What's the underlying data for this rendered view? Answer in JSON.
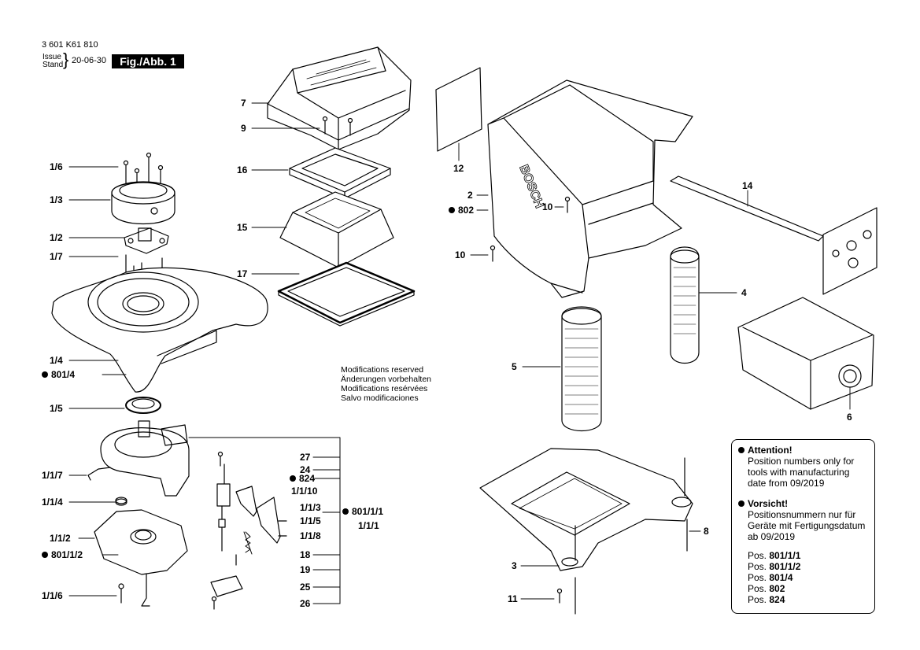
{
  "header": {
    "doc_number": "3 601 K61 810",
    "issue_label_1": "Issue",
    "issue_label_2": "Stand",
    "date": "20-06-30",
    "figure": "Fig./Abb. 1"
  },
  "modifications": [
    "Modifications reserved",
    "Änderungen vorbehalten",
    "Modifications resérvées",
    "Salvo modificaciones"
  ],
  "note": {
    "attention_head": "Attention!",
    "attention_body": [
      "Position  numbers only for",
      "tools with manufacturing",
      "date from 09/2019"
    ],
    "vorsicht_head": "Vorsicht!",
    "vorsicht_body": [
      "Positionsnummern nur für",
      "Geräte mit Fertigungsdatum",
      "ab 09/2019"
    ],
    "pos_prefix": "Pos.",
    "positions": [
      "801/1/1",
      "801/1/2",
      "801/4",
      "802",
      "824"
    ]
  },
  "brand_text": "BOSCH",
  "labels": [
    {
      "id": "1_6",
      "text": "1/6"
    },
    {
      "id": "1_3",
      "text": "1/3"
    },
    {
      "id": "1_2",
      "text": "1/2"
    },
    {
      "id": "1_7",
      "text": "1/7"
    },
    {
      "id": "1_4",
      "text": "1/4"
    },
    {
      "id": "801_4",
      "text": "801/4",
      "dot": true
    },
    {
      "id": "1_5",
      "text": "1/5"
    },
    {
      "id": "1_1_7",
      "text": "1/1/7"
    },
    {
      "id": "1_1_4",
      "text": "1/1/4"
    },
    {
      "id": "1_1_2",
      "text": "1/1/2"
    },
    {
      "id": "801_1_2",
      "text": "801/1/2",
      "dot": true
    },
    {
      "id": "1_1_6",
      "text": "1/1/6"
    },
    {
      "id": "7",
      "text": "7"
    },
    {
      "id": "9",
      "text": "9"
    },
    {
      "id": "16",
      "text": "16"
    },
    {
      "id": "15",
      "text": "15"
    },
    {
      "id": "17",
      "text": "17"
    },
    {
      "id": "12",
      "text": "12"
    },
    {
      "id": "2",
      "text": "2"
    },
    {
      "id": "802",
      "text": "802",
      "dot": true
    },
    {
      "id": "10a",
      "text": "10"
    },
    {
      "id": "10b",
      "text": "10"
    },
    {
      "id": "14",
      "text": "14"
    },
    {
      "id": "4",
      "text": "4"
    },
    {
      "id": "5",
      "text": "5"
    },
    {
      "id": "6",
      "text": "6"
    },
    {
      "id": "27",
      "text": "27"
    },
    {
      "id": "24",
      "text": "24"
    },
    {
      "id": "824",
      "text": "824",
      "dot": true
    },
    {
      "id": "1_1_10",
      "text": "1/1/10"
    },
    {
      "id": "1_1_3",
      "text": "1/1/3"
    },
    {
      "id": "1_1_5",
      "text": "1/1/5"
    },
    {
      "id": "1_1_8",
      "text": "1/1/8"
    },
    {
      "id": "801_1_1",
      "text": "801/1/1",
      "dot": true
    },
    {
      "id": "1_1_1",
      "text": "1/1/1"
    },
    {
      "id": "18",
      "text": "18"
    },
    {
      "id": "19",
      "text": "19"
    },
    {
      "id": "25",
      "text": "25"
    },
    {
      "id": "26",
      "text": "26"
    },
    {
      "id": "3",
      "text": "3"
    },
    {
      "id": "8",
      "text": "8"
    },
    {
      "id": "11",
      "text": "11"
    }
  ]
}
